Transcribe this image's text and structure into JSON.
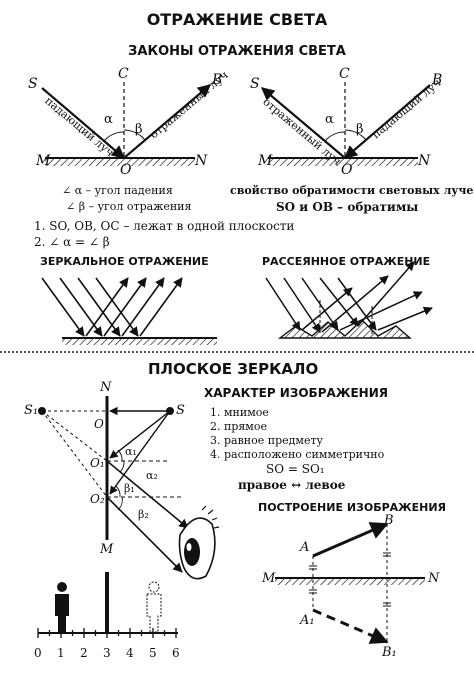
{
  "title": "ОТРАЖЕНИЕ СВЕТА",
  "laws": {
    "heading": "ЗАКОНЫ ОТРАЖЕНИЯ СВЕТА",
    "left": {
      "S": "S",
      "C": "C",
      "B": "B",
      "M": "M",
      "O": "O",
      "N": "N",
      "incident_ray": "падающий луч",
      "reflected_ray": "отраженный луч",
      "alpha": "α",
      "beta": "β"
    },
    "right": {
      "S": "S",
      "C": "C",
      "B": "B",
      "M": "M",
      "O": "O",
      "N": "N",
      "reflected_ray": "отраженный луч",
      "incident_ray": "падающий луч",
      "alpha": "α",
      "beta": "β"
    },
    "angle_alpha": "∠ α – угол падения",
    "angle_beta": "∠ β – угол отражения",
    "reversibility": "свойство обратимости световых лучей",
    "reversible_rays": "SO и OB – обратимы",
    "rule1": "1. SO, OB, OC – лежат в одной плоскости",
    "rule2": "2. ∠ α = ∠ β"
  },
  "specular": {
    "label": "ЗЕРКАЛЬНОЕ ОТРАЖЕНИЕ"
  },
  "diffuse": {
    "label": "РАССЕЯННОЕ ОТРАЖЕНИЕ"
  },
  "flat_mirror": {
    "heading": "ПЛОСКОЕ ЗЕРКАЛО",
    "labels": {
      "N": "N",
      "M": "M",
      "O": "O",
      "O1": "O₁",
      "O2": "O₂",
      "S": "S",
      "S1": "S₁",
      "alpha1": "α₁",
      "alpha2": "α₂",
      "beta1": "β₁",
      "beta2": "β₂"
    },
    "scale": [
      "0",
      "1",
      "2",
      "3",
      "4",
      "5",
      "6"
    ]
  },
  "image_character": {
    "heading": "ХАРАКТЕР ИЗОБРАЖЕНИЯ",
    "items": [
      "1. мнимое",
      "2. прямое",
      "3. равное предмету",
      "4. расположено симметрично"
    ],
    "equation": "SO = SO₁",
    "lr": "правое ↔ левое"
  },
  "construction": {
    "heading": "ПОСТРОЕНИЕ ИЗОБРАЖЕНИЯ",
    "labels": {
      "A": "A",
      "B": "B",
      "A1": "A₁",
      "B1": "B₁",
      "M": "M",
      "N": "N"
    }
  }
}
